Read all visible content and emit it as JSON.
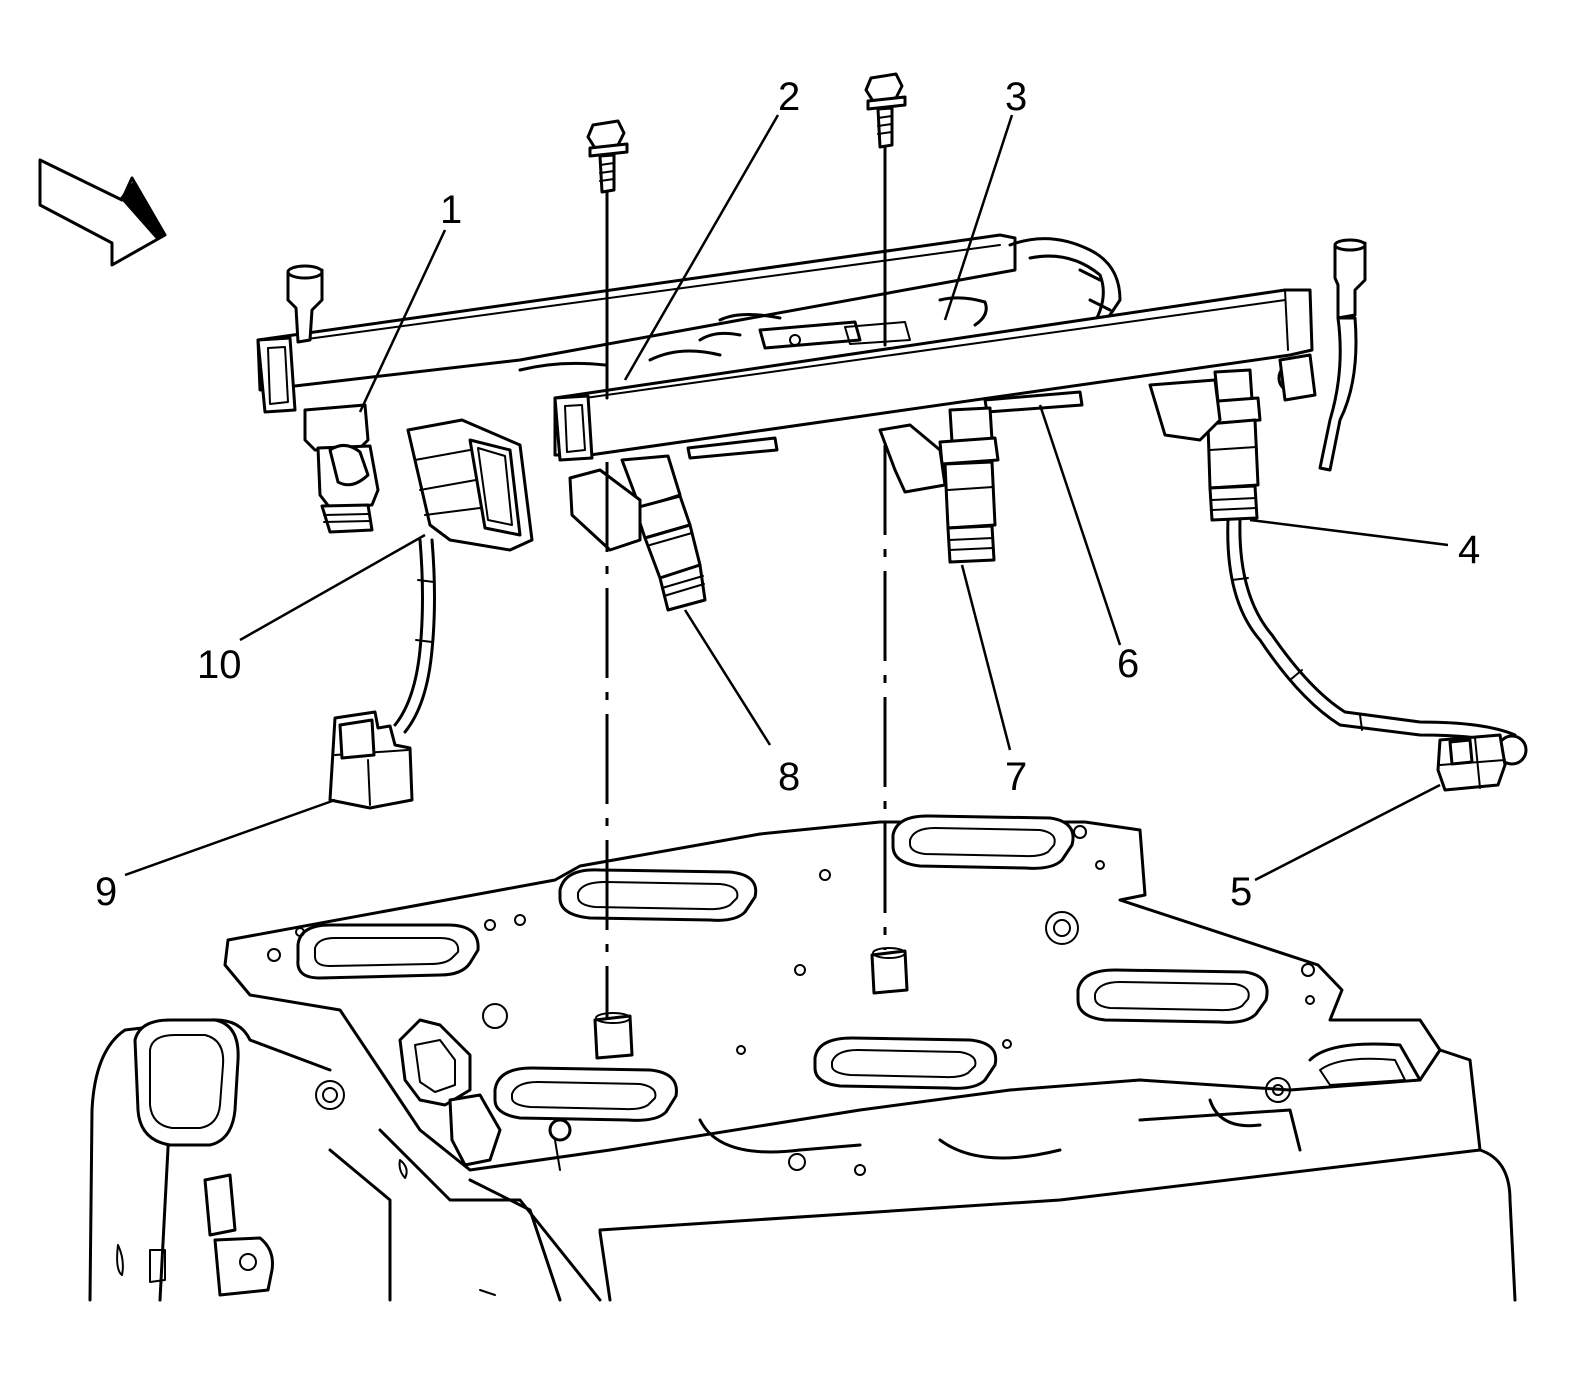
{
  "callouts": {
    "c1": "1",
    "c2": "2",
    "c3": "3",
    "c4": "4",
    "c5": "5",
    "c6": "6",
    "c7": "7",
    "c8": "8",
    "c9": "9",
    "c10": "10"
  },
  "colors": {
    "line": "#000000",
    "background": "#ffffff"
  },
  "icons": {
    "view_direction": "view-direction-arrow-icon"
  }
}
